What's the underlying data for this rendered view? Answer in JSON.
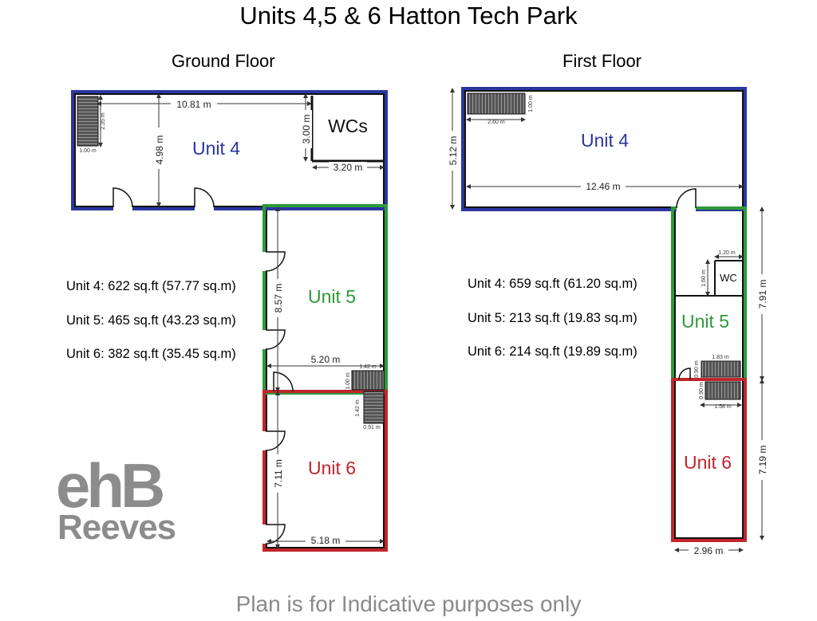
{
  "title": "Units 4,5 & 6 Hatton Tech Park",
  "colors": {
    "unit4": "#2b36a0",
    "unit5": "#2e9a3a",
    "unit6": "#c0262c",
    "walls": "#111111",
    "logo": "#8c8c8c"
  },
  "ground_floor": {
    "label": "Ground Floor",
    "rooms": {
      "unit4": "Unit 4",
      "unit5": "Unit 5",
      "unit6": "Unit 6",
      "wcs": "WCs"
    },
    "dims": {
      "u4_width": "10.81 m",
      "u4_depth": "4.98 m",
      "wc_depth": "3.00 m",
      "wc_width": "3.20 m",
      "stair_h": "2.35 m",
      "stair_w": "1.00 m",
      "u5_depth": "8.57 m",
      "u5_width": "5.20 m",
      "stair2_w": "1.42 m",
      "stair2_h": "1.00 m",
      "stair2_h2": "1.42 m",
      "stair2_w2": "0.91 m",
      "u6_depth": "7.11 m",
      "u6_width": "5.18 m"
    },
    "areas": [
      "Unit 4: 622 sq.ft (57.77 sq.m)",
      "Unit 5: 465 sq.ft (43.23 sq.m)",
      "Unit 6: 382 sq.ft (35.45 sq.m)"
    ]
  },
  "first_floor": {
    "label": "First Floor",
    "rooms": {
      "unit4": "Unit 4",
      "unit5": "Unit 5",
      "unit6": "Unit 6",
      "wc": "WC"
    },
    "dims": {
      "u4_height": "5.12 m",
      "u4_width": "12.46 m",
      "stair_w": "2.60 m",
      "stair_h": "1.00 m",
      "wc_w": "1.20 m",
      "wc_h": "1.60 m",
      "u5_height": "7.91 m",
      "stair_w1": "1.83 m",
      "stair_h1": "0.90 m",
      "stair_h2": "0.90 m",
      "stair_w2": "1.58 m",
      "u6_height": "7.19 m",
      "u6_width": "2.96 m"
    },
    "areas": [
      "Unit 4: 659 sq.ft (61.20 sq.m)",
      "Unit 5: 213 sq.ft (19.83 sq.m)",
      "Unit 6: 214 sq.ft (19.89 sq.m)"
    ]
  },
  "logo": {
    "line1": "ehB",
    "line2": "Reeves"
  },
  "disclaimer": "Plan is for Indicative purposes only"
}
